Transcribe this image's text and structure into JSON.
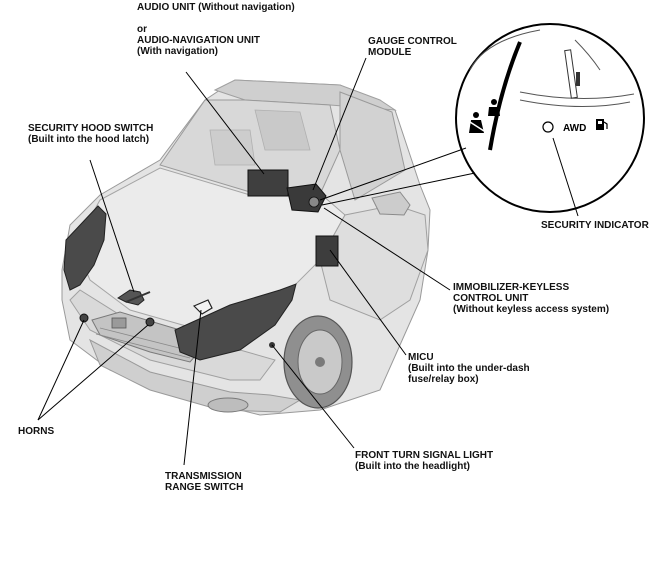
{
  "labels": {
    "audio": {
      "line1": "AUDIO UNIT (Without navigation)",
      "line2": "or",
      "line3": "AUDIO-NAVIGATION UNIT",
      "line4": "(With navigation)"
    },
    "gauge": {
      "line1": "GAUGE CONTROL",
      "line2": "MODULE"
    },
    "hood_switch": {
      "line1": "SECURITY HOOD SWITCH",
      "line2": "(Built into the hood latch)"
    },
    "security_indicator": "SECURITY INDICATOR",
    "immobilizer": {
      "line1": "IMMOBILIZER-KEYLESS",
      "line2": "CONTROL UNIT",
      "line3": "(Without keyless access system)"
    },
    "micu": {
      "line1": "MICU",
      "line2": "(Built into the under-dash",
      "line3": "fuse/relay box)"
    },
    "horns": "HORNS",
    "turn_signal": {
      "line1": "FRONT TURN SIGNAL LIGHT",
      "line2": "(Built into the headlight)"
    },
    "trans_switch": {
      "line1": "TRANSMISSION",
      "line2": "RANGE SWITCH"
    }
  },
  "inset": {
    "awd": "AWD"
  }
}
